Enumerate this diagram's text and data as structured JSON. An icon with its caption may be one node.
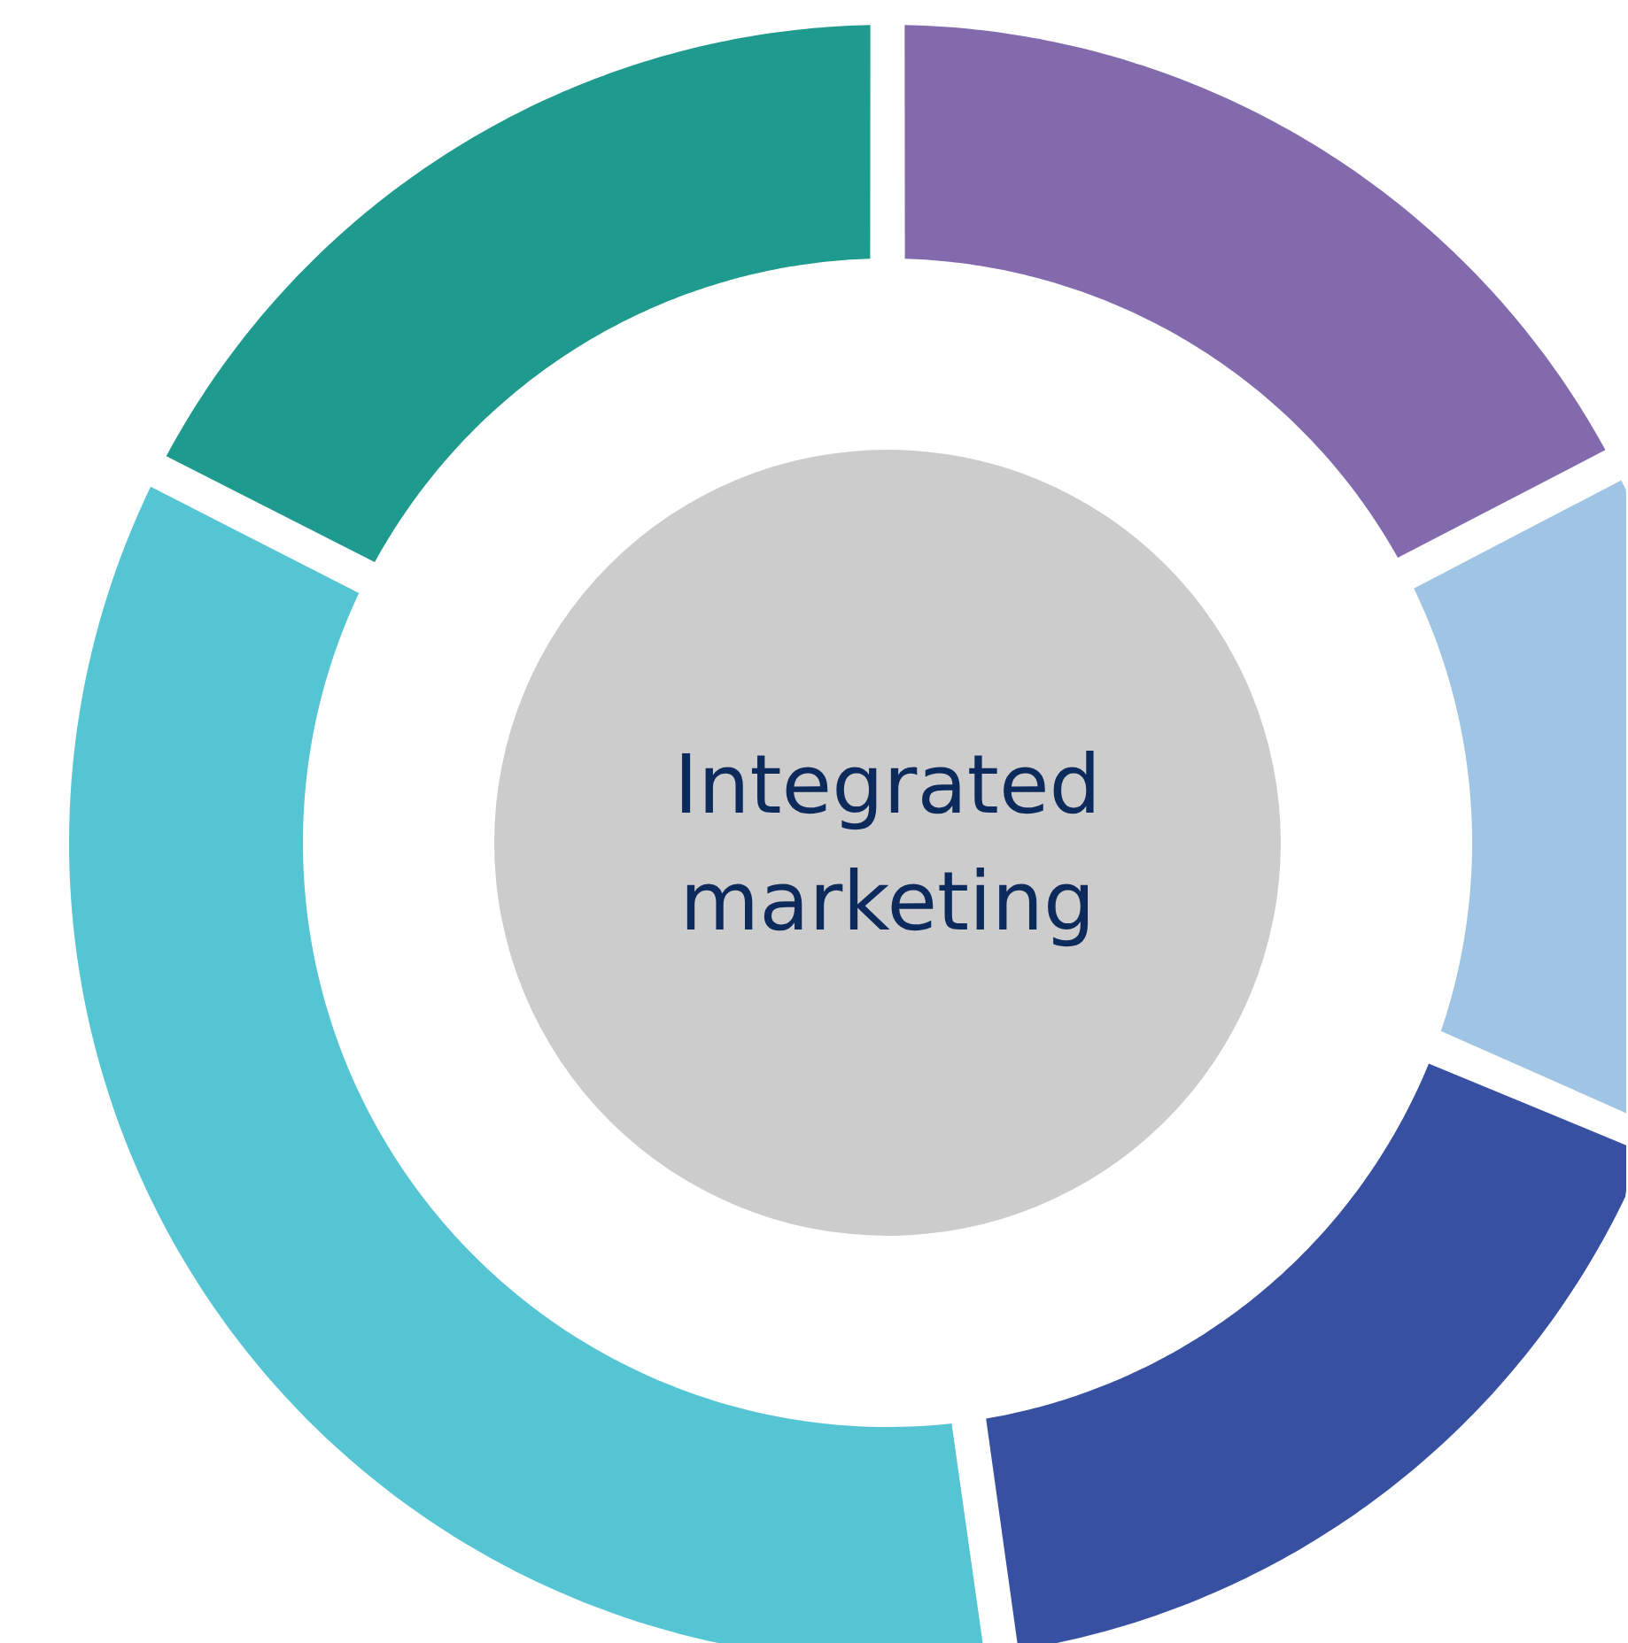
{
  "diagram": {
    "nodes": [
      {
        "text": [
          "Integrated marketing"
        ]
      },
      {
        "text": [],
        "shape": "arc"
      },
      {
        "text": [],
        "shape": "arc"
      },
      {
        "text": [],
        "shape": "arc"
      },
      {
        "text": [],
        "shape": "arc"
      },
      {
        "text": [],
        "shape": "arc"
      }
    ]
  }
}
